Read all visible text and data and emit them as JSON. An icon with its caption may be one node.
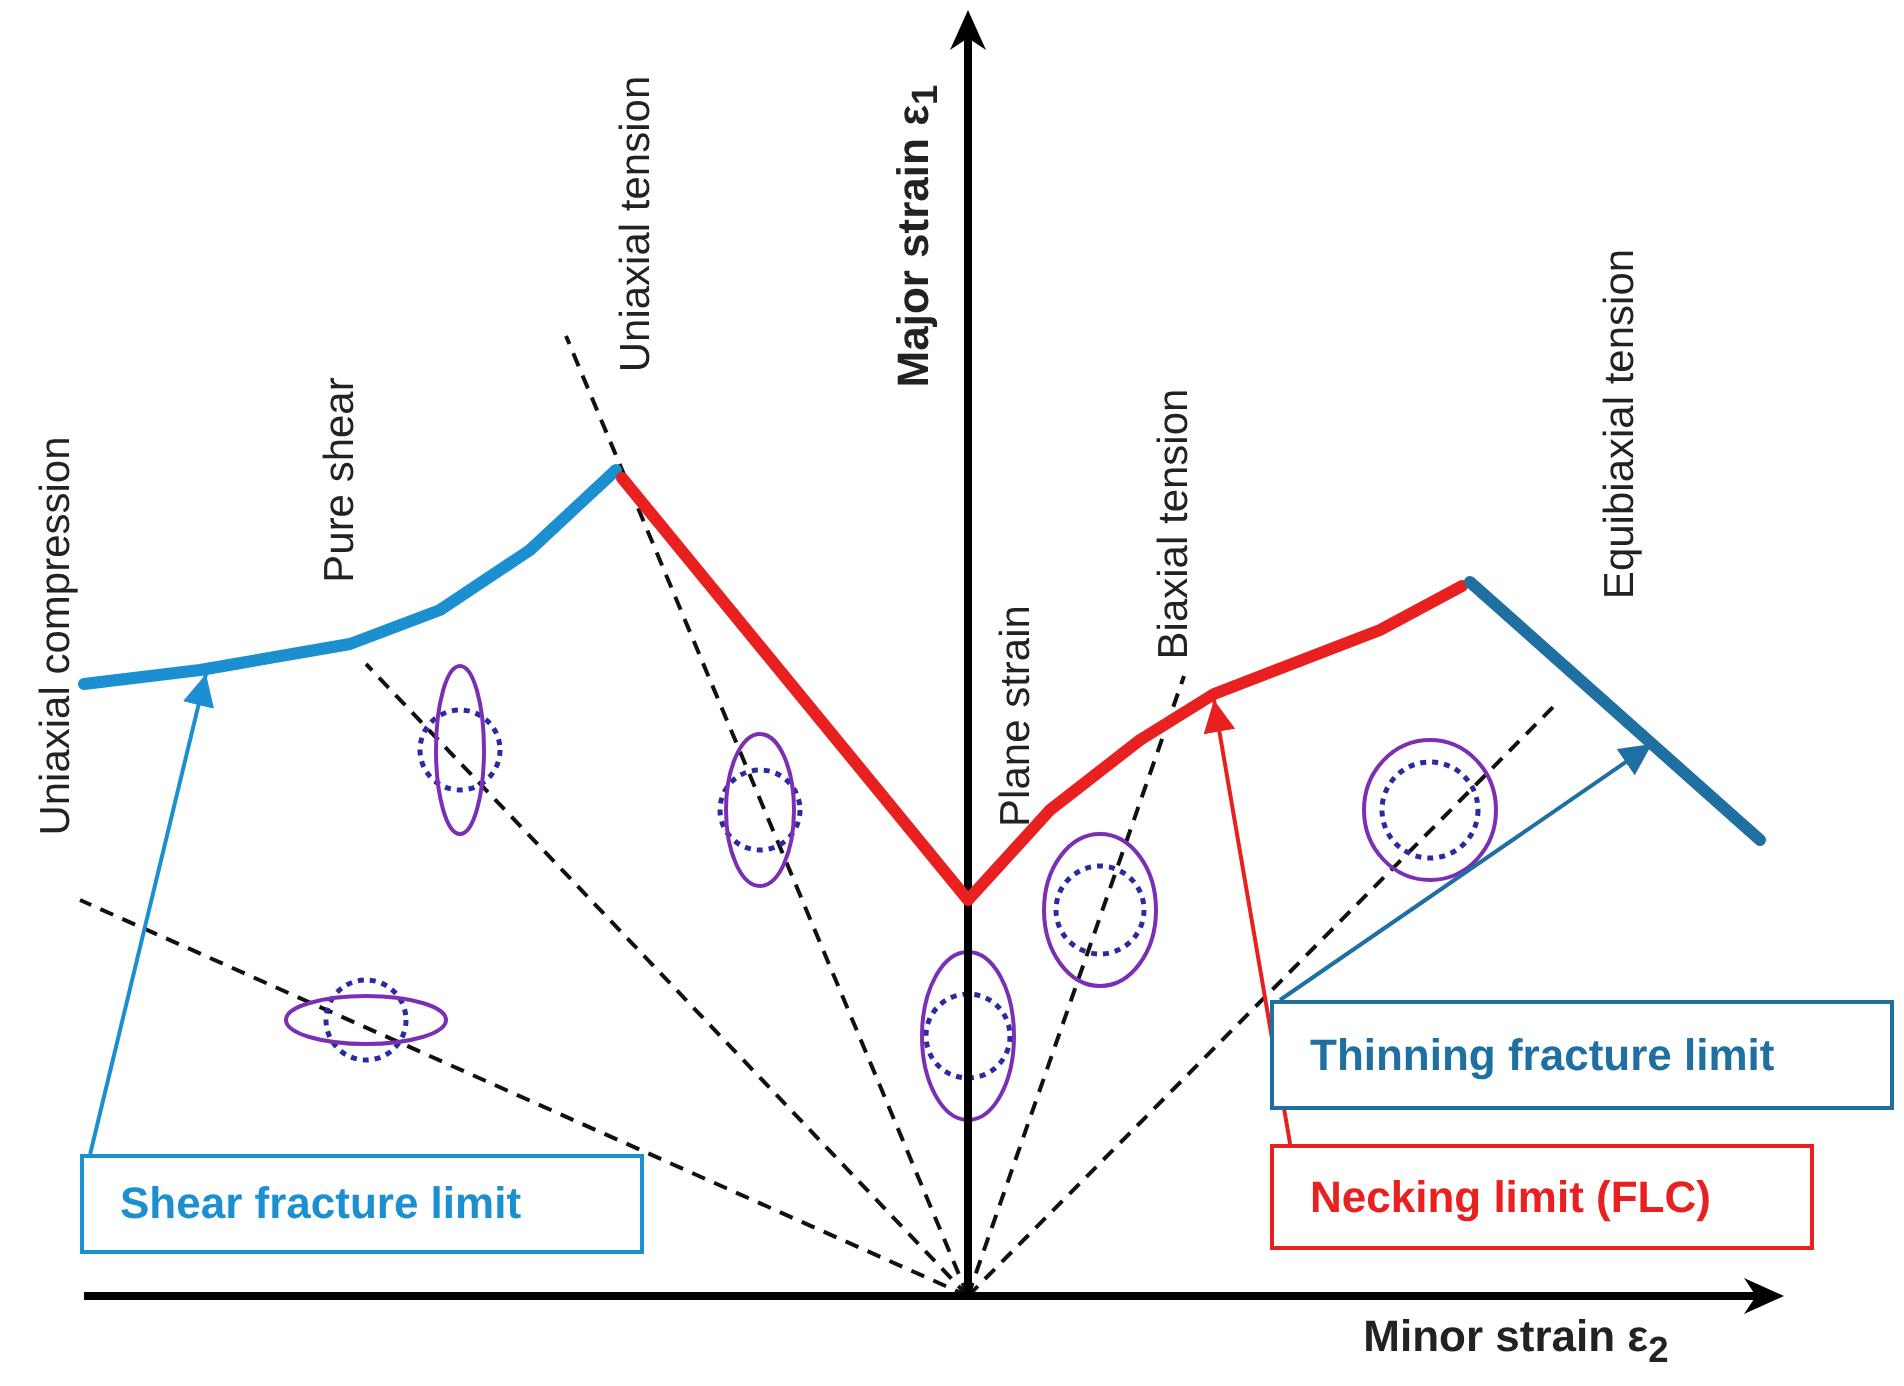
{
  "diagram": {
    "nodes": [
      {
        "text": [],
        "shape": "curve"
      },
      {
        "text": [],
        "shape": "curve"
      },
      {
        "text": [],
        "shape": "curve"
      },
      {
        "text": [
          "Thinning fracture limit"
        ]
      },
      {
        "text": [
          "Shear fracture limit"
        ]
      },
      {
        "text": [
          "Necking limit (FLC)"
        ]
      }
    ],
    "edges": [
      {
        "from": 4,
        "to": 0,
        "arrow": "to",
        "color": "#1b8fd0"
      },
      {
        "from": 3,
        "to": 2,
        "arrow": "to",
        "color": "#1f6fa0"
      },
      {
        "from": 5,
        "to": 1,
        "arrow": "to",
        "color": "#e82020"
      }
    ],
    "labels": [
      "Uniaxial compression",
      "Pure shear",
      "Uniaxial tension",
      "Major strain ε$_{1}$",
      "Plane strain",
      "Biaxial tension",
      "Equibiaxial tension",
      "Minor strain ε$_{2}$"
    ]
  }
}
